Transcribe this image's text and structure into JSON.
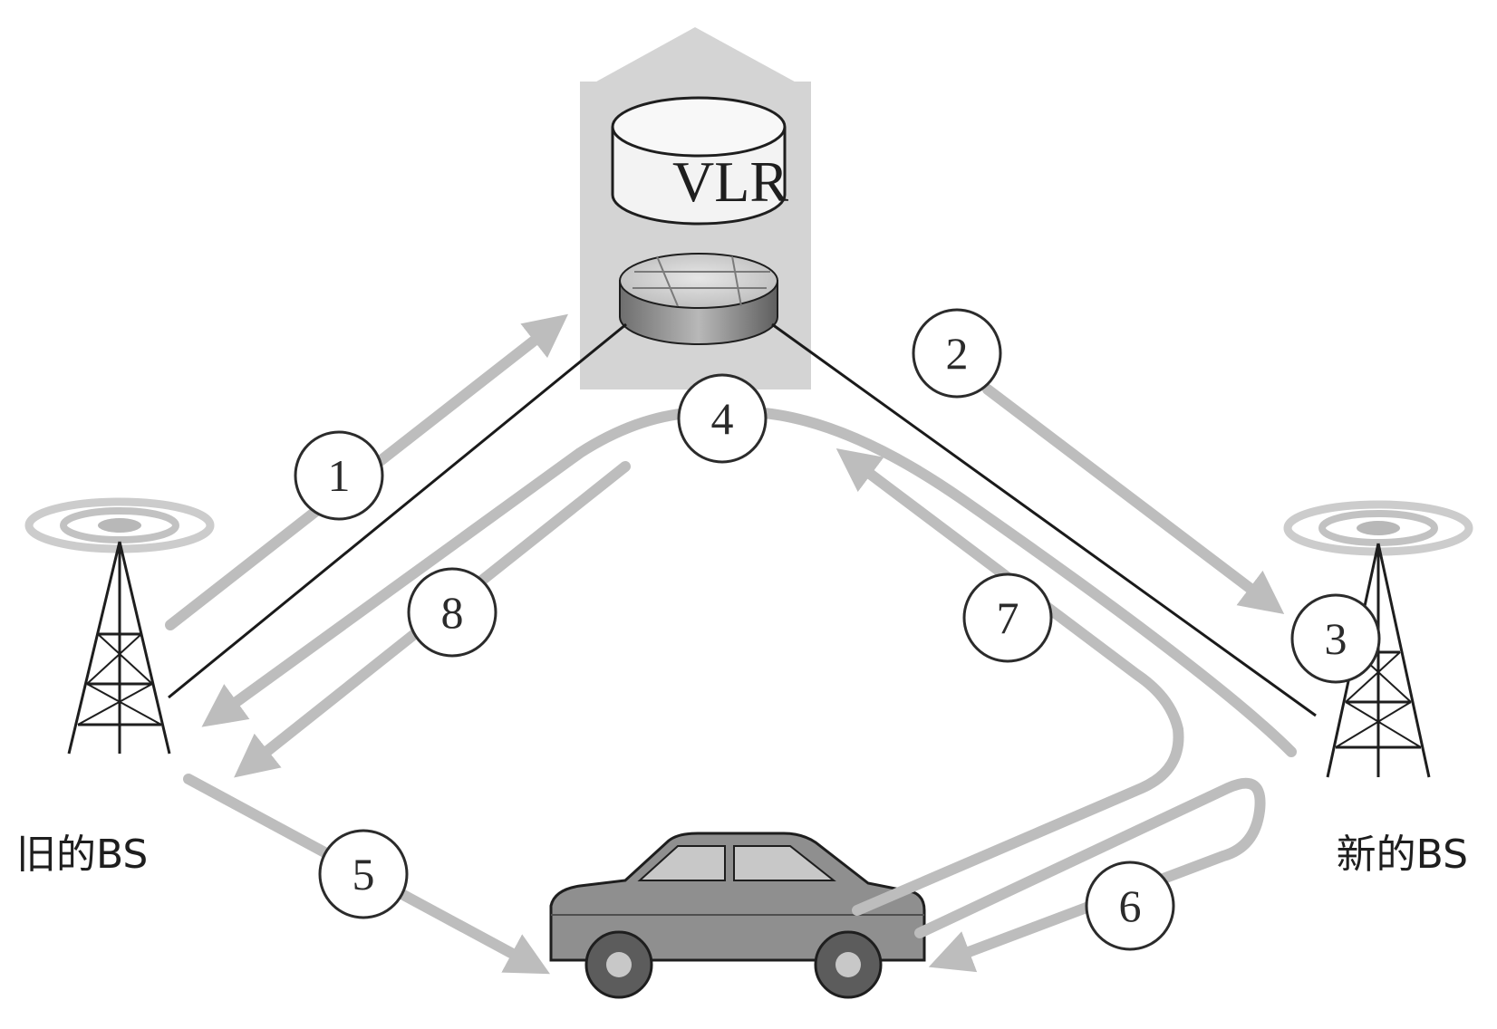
{
  "vlr": {
    "label": "VLR"
  },
  "base_stations": {
    "old": {
      "label": "旧的BS"
    },
    "new": {
      "label": "新的BS"
    }
  },
  "steps": [
    {
      "label": "1"
    },
    {
      "label": "2"
    },
    {
      "label": "3"
    },
    {
      "label": "4"
    },
    {
      "label": "5"
    },
    {
      "label": "6"
    },
    {
      "label": "7"
    },
    {
      "label": "8"
    }
  ],
  "colors": {
    "arrow": "#bdbdbd",
    "building": "#d4d4d4",
    "link": "#1a1a1a",
    "car": "#8f8f8f"
  }
}
